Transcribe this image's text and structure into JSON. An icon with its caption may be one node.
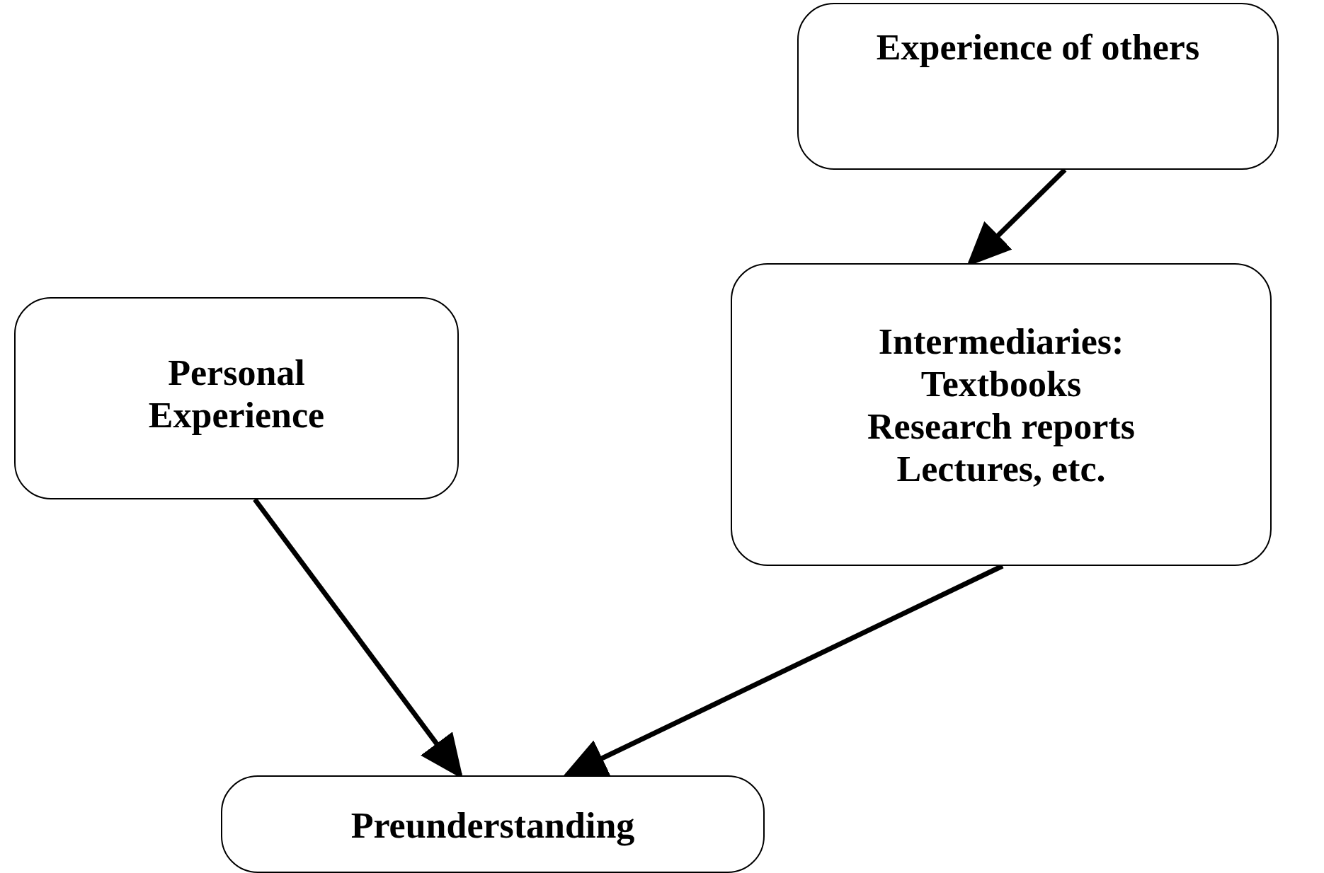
{
  "diagram": {
    "nodes": [
      {
        "text": [
          "Experience of others"
        ]
      },
      {
        "text": [
          "Intermediaries:",
          "Textbooks",
          "Research reports",
          "Lectures, etc."
        ]
      },
      {
        "text": [
          "Personal Experience"
        ]
      },
      {
        "text": [
          "Preunderstanding"
        ]
      }
    ],
    "edges": [
      {
        "from": 0,
        "to": 1,
        "arrow": "to"
      },
      {
        "from": 2,
        "to": 3,
        "arrow": "to"
      },
      {
        "from": 1,
        "to": 3,
        "arrow": "to"
      }
    ]
  }
}
